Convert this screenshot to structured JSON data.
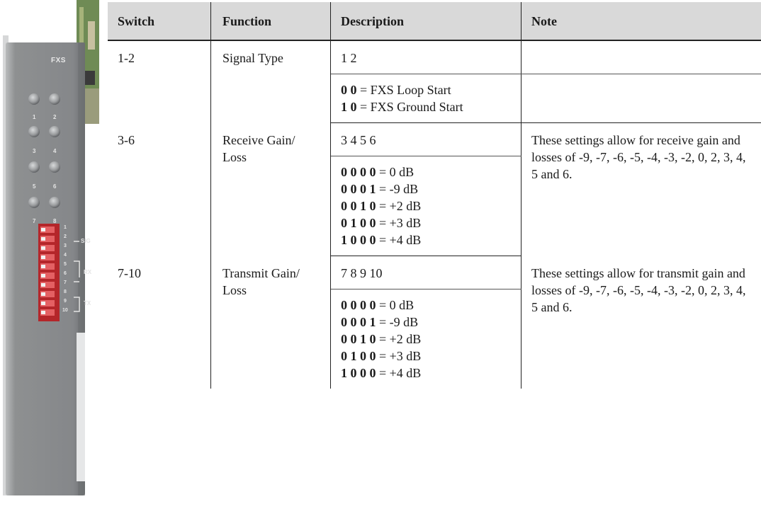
{
  "card": {
    "label": "FXS",
    "led_numbers": [
      "1",
      "2",
      "3",
      "4",
      "5",
      "6",
      "7",
      "8"
    ],
    "dip_numbers": [
      "1",
      "2",
      "3",
      "4",
      "5",
      "6",
      "7",
      "8",
      "9",
      "10"
    ],
    "groups": [
      "SIG",
      "RX",
      "TX"
    ],
    "colors": {
      "panel": "#8c8e8f",
      "dip": "#d8383b",
      "pcb": "#6f8b55"
    }
  },
  "table": {
    "headers": [
      "Switch",
      "Function",
      "Description",
      "Note"
    ],
    "rows": [
      {
        "switch": "1-2",
        "function": "Signal Type",
        "positions": "1 2",
        "options": [
          {
            "code": "0 0",
            "value": " = FXS Loop Start"
          },
          {
            "code": "1 0",
            "value": " = FXS Ground Start"
          }
        ],
        "note": ""
      },
      {
        "switch": "3-6",
        "function": "Receive Gain/ Loss",
        "positions": "3 4 5 6",
        "options": [
          {
            "code": "0 0 0 0",
            "value": " = 0 dB"
          },
          {
            "code": "0 0 0 1",
            "value": " = -9 dB"
          },
          {
            "code": "0 0 1 0",
            "value": " = +2 dB"
          },
          {
            "code": "0 1 0 0",
            "value": " = +3 dB"
          },
          {
            "code": "1 0 0 0",
            "value": " = +4 dB"
          }
        ],
        "note": "These settings allow for receive gain and losses of -9, -7, -6, -5, -4, -3, -2, 0, 2, 3, 4, 5 and 6."
      },
      {
        "switch": "7-10",
        "function": "Transmit Gain/ Loss",
        "positions": "7 8 9 10",
        "options": [
          {
            "code": "0 0 0 0",
            "value": " = 0 dB"
          },
          {
            "code": "0 0 0 1",
            "value": " = -9 dB"
          },
          {
            "code": "0 0 1 0",
            "value": " = +2 dB"
          },
          {
            "code": "0 1 0 0",
            "value": " = +3 dB"
          },
          {
            "code": "1 0 0 0",
            "value": " = +4 dB"
          }
        ],
        "note": "These settings allow for transmit gain and losses of -9, -7, -6, -5, -4, -3, -2, 0, 2, 3, 4, 5 and 6."
      }
    ]
  }
}
